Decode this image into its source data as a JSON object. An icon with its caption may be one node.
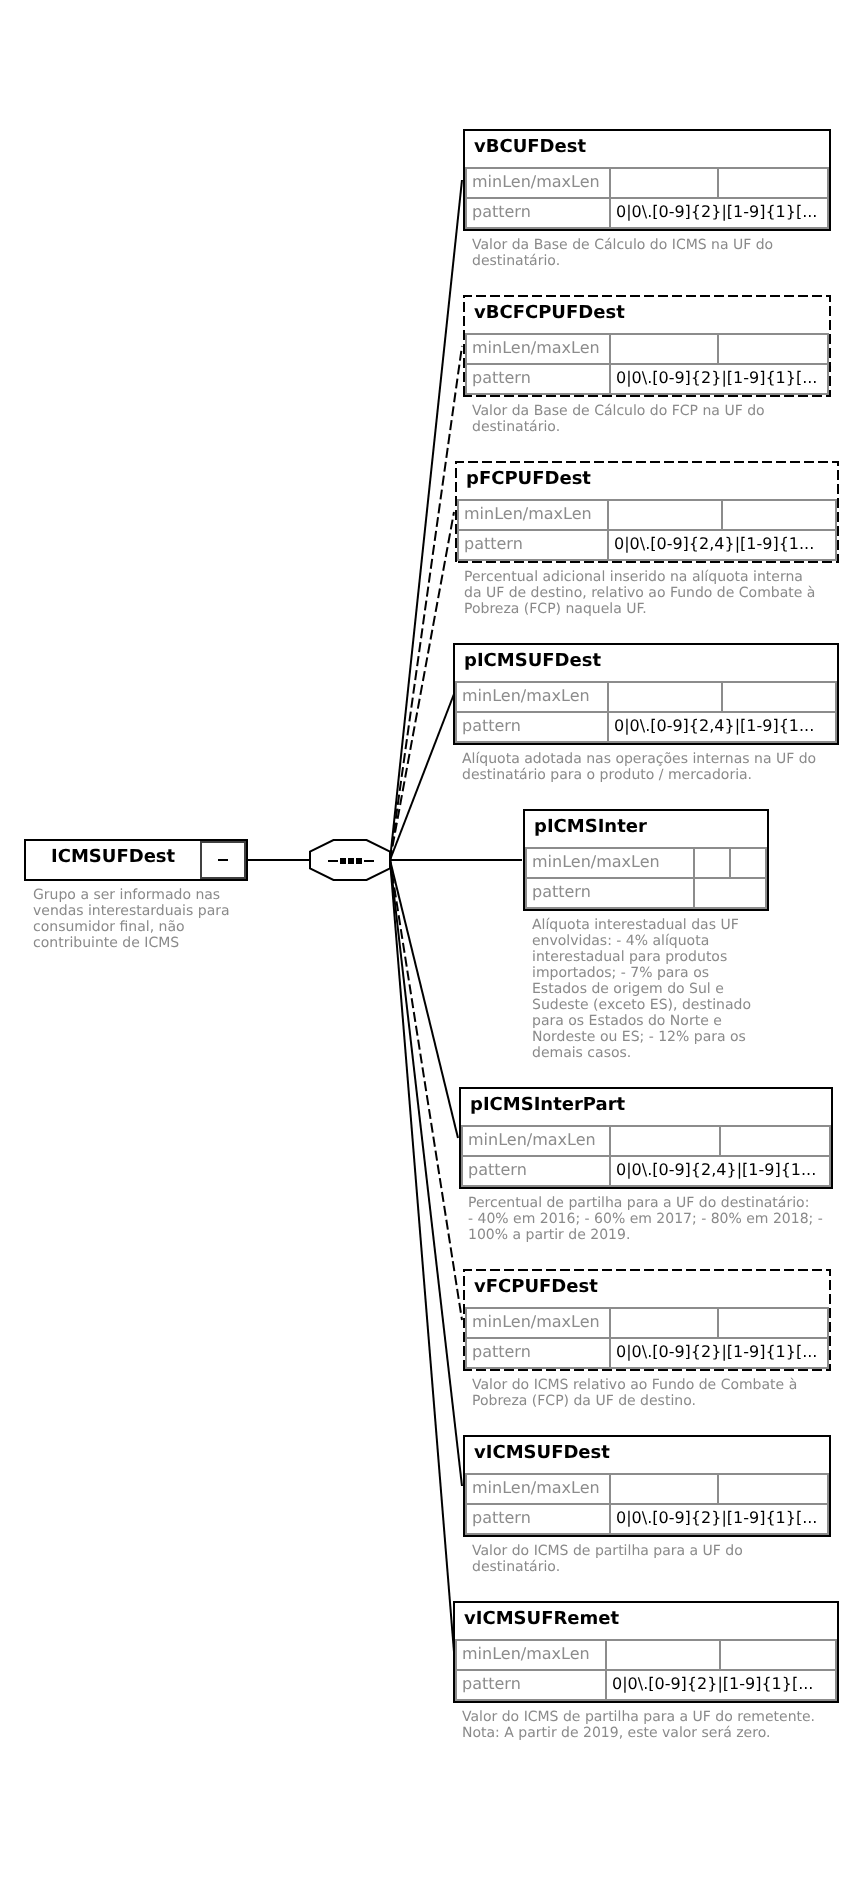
{
  "diagram": {
    "nodes": [
      {
        "text": [
          "ICMSUFDest"
        ],
        "beside": [
          "Grupo a ser informado nas vendas interestarduais para consumidor final, não contribuinte de ICMS"
        ]
      },
      {
        "text": [],
        "shape": "octagon"
      },
      {
        "text": [
          "vBCUFDest",
          "minLen/maxLen",
          "pattern",
          "0|0\\.[0-9]{2}|[1-9]{1}[..."
        ],
        "beside": [
          "Valor da Base de Cálculo do ICMS na UF do destinatário."
        ]
      },
      {
        "text": [
          "vBCFCPUFDest",
          "minLen/maxLen",
          "pattern",
          "0|0\\.[0-9]{2}|[1-9]{1}[..."
        ],
        "beside": [
          "Valor da Base de Cálculo do FCP na UF do destinatário."
        ]
      },
      {
        "text": [
          "pFCPUFDest",
          "minLen/maxLen",
          "pattern",
          "0|0\\.[0-9]{2,4}|[1-9]{1..."
        ],
        "beside": [
          "Percentual adicional inserido na alíquota interna da UF de destino, relativo ao Fundo de Combate à Pobreza (FCP) naquela UF."
        ]
      },
      {
        "text": [
          "pICMSUFDest",
          "minLen/maxLen",
          "pattern",
          "0|0\\.[0-9]{2,4}|[1-9]{1..."
        ],
        "beside": [
          "Alíquota adotada nas operações internas na UF do destinatário para o produto / mercadoria."
        ]
      },
      {
        "text": [
          "pICMSInter",
          "minLen/maxLen",
          "pattern"
        ],
        "beside": [
          "Alíquota interestadual das UF envolvidas: - 4% alíquota interestadual para produtos importados; - 7% para os Estados de origem do Sul e Sudeste (exceto ES), destinado para os Estados do Norte e Nordeste ou ES; - 12% para os demais casos."
        ]
      },
      {
        "text": [
          "pICMSInterPart",
          "minLen/maxLen",
          "pattern",
          "0|0\\.[0-9]{2,4}|[1-9]{1..."
        ],
        "beside": [
          "Percentual de partilha para a UF do destinatário: - 40% em 2016; - 60% em 2017; - 80% em 2018; - 100% a partir de 2019."
        ]
      },
      {
        "text": [
          "vFCPUFDest",
          "minLen/maxLen",
          "pattern",
          "0|0\\.[0-9]{2}|[1-9]{1}[..."
        ],
        "beside": [
          "Valor do ICMS relativo ao Fundo de Combate à Pobreza (FCP) da UF de destino."
        ]
      },
      {
        "text": [
          "vICMSUFDest",
          "minLen/maxLen",
          "pattern",
          "0|0\\.[0-9]{2}|[1-9]{1}[..."
        ],
        "beside": [
          "Valor do ICMS de partilha para a UF do destinatário."
        ]
      },
      {
        "text": [
          "vICMSUFRemet",
          "minLen/maxLen",
          "pattern",
          "0|0\\.[0-9]{2}|[1-9]{1}[..."
        ],
        "beside": [
          "Valor do ICMS de partilha para a UF do remetente. Nota: A partir de 2019, este valor será zero."
        ]
      }
    ],
    "edges": [
      {
        "from": 0,
        "to": 1,
        "arrow": "none"
      },
      {
        "from": 1,
        "to": 2,
        "arrow": "none"
      },
      {
        "from": 1,
        "to": 3,
        "arrow": "none",
        "style": "dashed"
      },
      {
        "from": 1,
        "to": 4,
        "arrow": "none",
        "style": "dashed"
      },
      {
        "from": 1,
        "to": 5,
        "arrow": "none"
      },
      {
        "from": 1,
        "to": 6,
        "arrow": "none"
      },
      {
        "from": 1,
        "to": 7,
        "arrow": "none"
      },
      {
        "from": 1,
        "to": 8,
        "arrow": "none",
        "style": "dashed"
      },
      {
        "from": 1,
        "to": 9,
        "arrow": "none"
      },
      {
        "from": 1,
        "to": 10,
        "arrow": "none"
      }
    ]
  }
}
